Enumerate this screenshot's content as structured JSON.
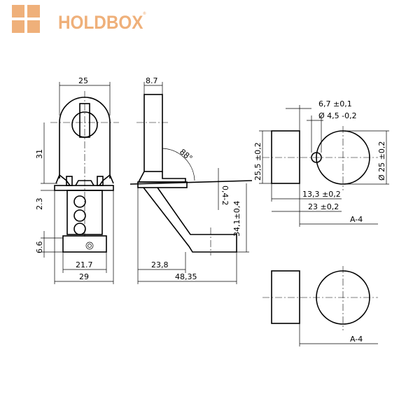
{
  "brand": {
    "name": "HOLDBOX",
    "registered": "®",
    "color": "#EFB07A"
  },
  "drawing": {
    "front_view": {
      "width_top": "25",
      "height_body": "31",
      "base_thickness": "2.3",
      "foot_height": "6.6",
      "foot_width": "21.7",
      "base_width": "29"
    },
    "side_view": {
      "plate_thickness": "8.7",
      "angle": "88°",
      "pin_range": "0,4-2",
      "total_height": "34,1±0,4",
      "arm_offset": "23,8",
      "total_length": "48,35"
    },
    "section_a": {
      "pin_offset": "6,7 ±0,1",
      "pin_diameter": "Ø 4,5 -0,2",
      "height": "25,5 ±0,2",
      "disc_diameter": "Ø 25 ±0,2",
      "depth_small": "13,3 ±0,2",
      "depth_total": "23 ±0,2",
      "label": "A-4"
    },
    "section_b": {
      "label": "A-4"
    }
  }
}
